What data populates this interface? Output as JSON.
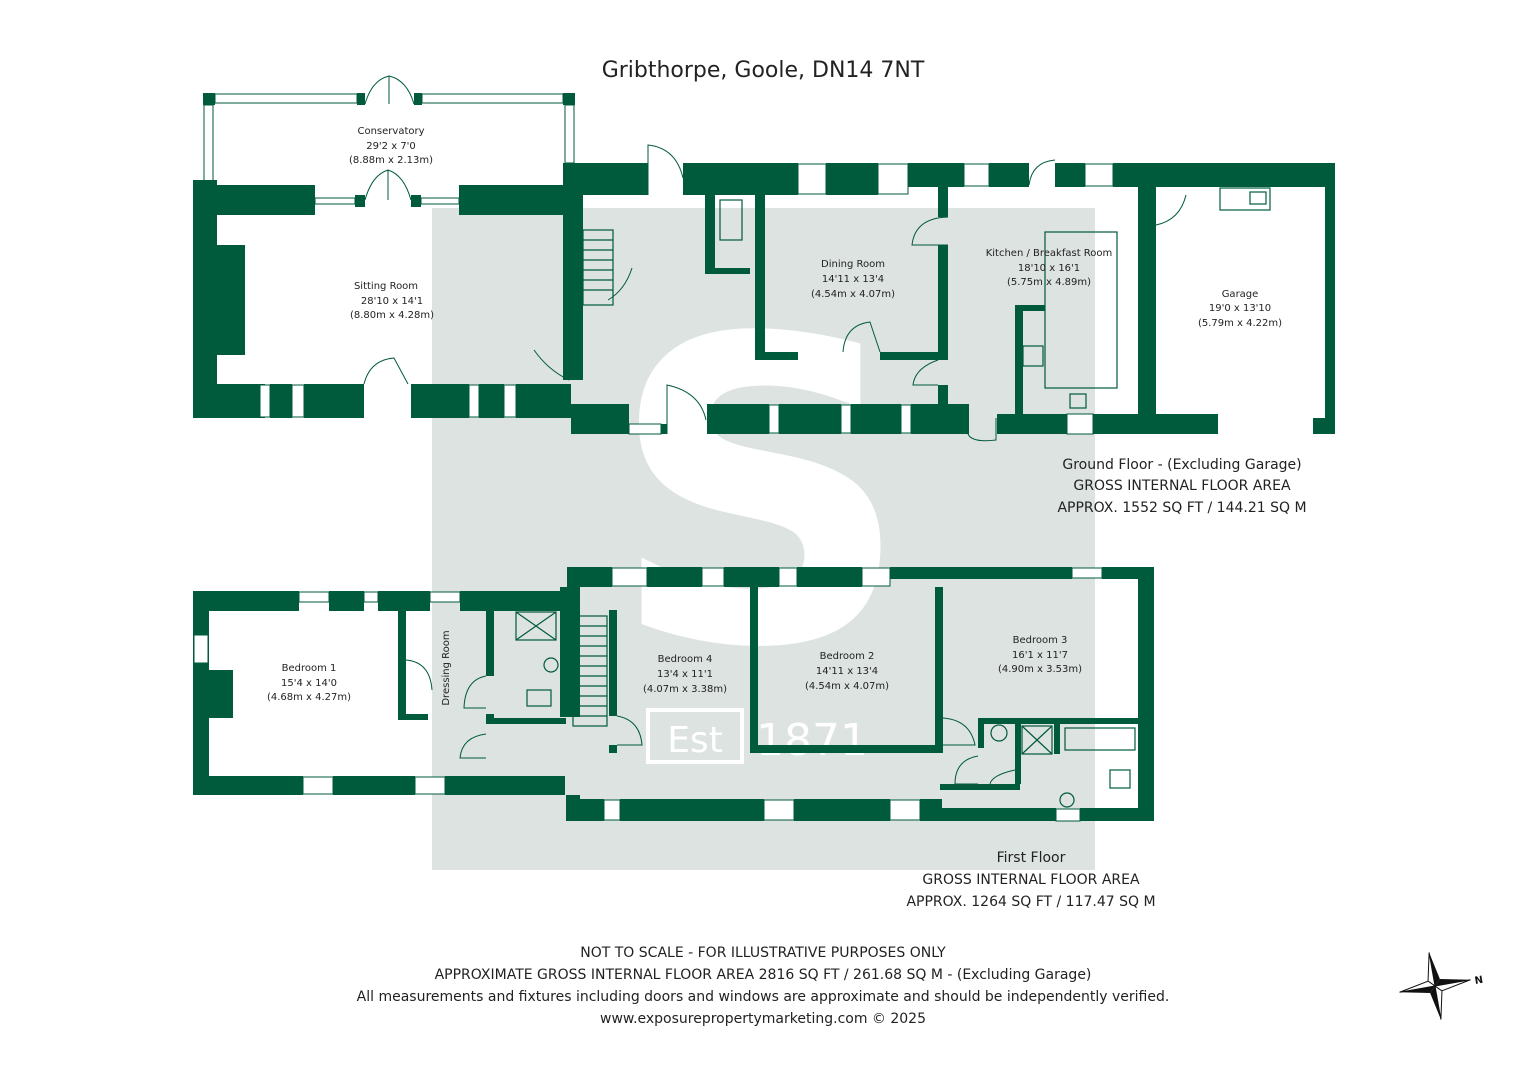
{
  "title": "Gribthorpe, Goole, DN14 7NT",
  "colors": {
    "wall": "#005a3c",
    "watermark": "#dde3e0",
    "text": "#222222"
  },
  "watermark": {
    "letter": "S",
    "badge_left": "Est",
    "badge_right": "1871"
  },
  "ground_floor": {
    "rooms": {
      "conservatory": {
        "name": "Conservatory",
        "dim_imperial": "29'2 x 7'0",
        "dim_metric": "(8.88m x 2.13m)"
      },
      "sitting_room": {
        "name": "Sitting Room",
        "dim_imperial": "28'10 x 14'1",
        "dim_metric": "(8.80m x 4.28m)"
      },
      "dining_room": {
        "name": "Dining Room",
        "dim_imperial": "14'11 x 13'4",
        "dim_metric": "(4.54m x 4.07m)"
      },
      "kitchen": {
        "name": "Kitchen / Breakfast Room",
        "dim_imperial": "18'10 x 16'1",
        "dim_metric": "(5.75m x 4.89m)"
      },
      "garage": {
        "name": "Garage",
        "dim_imperial": "19'0 x 13'10",
        "dim_metric": "(5.79m x 4.22m)"
      }
    },
    "area_line1": "Ground Floor - (Excluding Garage)",
    "area_line2": "GROSS INTERNAL FLOOR AREA",
    "area_line3": "APPROX. 1552 SQ FT / 144.21 SQ M"
  },
  "first_floor": {
    "rooms": {
      "bedroom1": {
        "name": "Bedroom 1",
        "dim_imperial": "15'4 x 14'0",
        "dim_metric": "(4.68m x 4.27m)"
      },
      "dressing_room": {
        "name": "Dressing Room"
      },
      "bedroom4": {
        "name": "Bedroom 4",
        "dim_imperial": "13'4 x 11'1",
        "dim_metric": "(4.07m x 3.38m)"
      },
      "bedroom2": {
        "name": "Bedroom 2",
        "dim_imperial": "14'11 x 13'4",
        "dim_metric": "(4.54m x 4.07m)"
      },
      "bedroom3": {
        "name": "Bedroom 3",
        "dim_imperial": "16'1 x 11'7",
        "dim_metric": "(4.90m x 3.53m)"
      }
    },
    "area_line1": "First Floor",
    "area_line2": "GROSS INTERNAL FLOOR AREA",
    "area_line3": "APPROX. 1264 SQ FT / 117.47 SQ M"
  },
  "footer": {
    "line1": "NOT TO SCALE - FOR ILLUSTRATIVE PURPOSES ONLY",
    "line2": "APPROXIMATE GROSS INTERNAL FLOOR AREA 2816 SQ FT / 261.68 SQ M - (Excluding Garage)",
    "line3": "All measurements and fixtures including doors and windows are approximate and should be independently verified.",
    "line4": "www.exposurepropertymarketing.com © 2025"
  },
  "compass": {
    "label": "N",
    "icon": "compass-icon"
  }
}
